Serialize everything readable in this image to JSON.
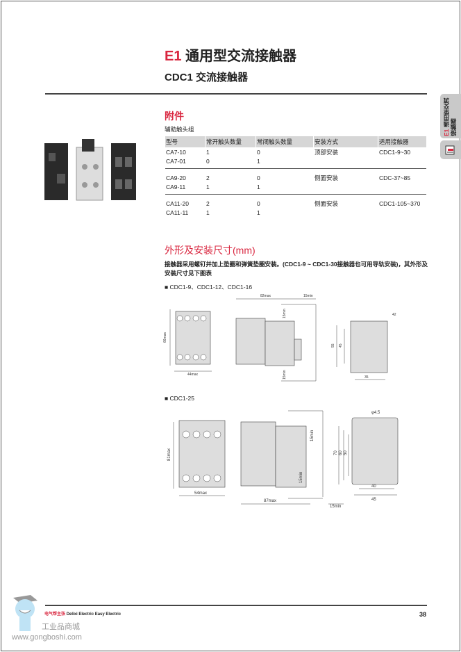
{
  "header": {
    "series": "E1",
    "title": "通用型交流接触器",
    "subtitle": "CDC1 交流接触器"
  },
  "side_tab": {
    "series": "E1",
    "label": "通用型交流接触器"
  },
  "accessories": {
    "heading": "附件",
    "subheading": "辅助触头组",
    "columns": [
      "型号",
      "常开触头数量",
      "常闭触头数量",
      "安装方式",
      "适用接触器"
    ],
    "groups": [
      [
        [
          "CA7-10",
          "1",
          "0",
          "顶部安装",
          "CDC1-9~30"
        ],
        [
          "CA7-01",
          "0",
          "1",
          "",
          ""
        ]
      ],
      [
        [
          "CA9-20",
          "2",
          "0",
          "侧面安装",
          "CDC-37~85"
        ],
        [
          "CA9-11",
          "1",
          "1",
          "",
          ""
        ]
      ],
      [
        [
          "CA11-20",
          "2",
          "0",
          "侧面安装",
          "CDC1-105~370"
        ],
        [
          "CA11-11",
          "1",
          "1",
          "",
          ""
        ]
      ]
    ]
  },
  "dimensions": {
    "heading": "外形及安装尺寸(mm)",
    "paragraph": "接触器采用螺钉并加上垫圈和弹簧垫圈安装。(CDC1-9 ~ CDC1-30接触器也可用导轨安装)，其外形及安装尺寸见下图表",
    "models_a": "CDC1-9、CDC1-12、CDC1-16",
    "labels_a": {
      "height": "66max",
      "width": "44max",
      "depth": "82max",
      "clear": "15min",
      "clear_top": "15min",
      "clear_bot": "15min",
      "h1": "55",
      "h2": "45",
      "w1": "35",
      "hole": "42"
    },
    "models_b": "CDC1-25",
    "labels_b": {
      "height": "81max",
      "width": "54max",
      "depth": "87max",
      "clear": "15min",
      "clear_top": "15min",
      "clear_bot": "15min",
      "hole": "φ4.5",
      "h1": "70",
      "h2": "60",
      "h3": "50",
      "w1": "40",
      "w2": "45"
    }
  },
  "footer": {
    "brand": "电气帮主张",
    "brand2": "Delixi Electric",
    "brand3": "Easy Electric",
    "page": "38",
    "watermark_cn": "工业品商城",
    "watermark_url": "www.gongboshi.com"
  }
}
